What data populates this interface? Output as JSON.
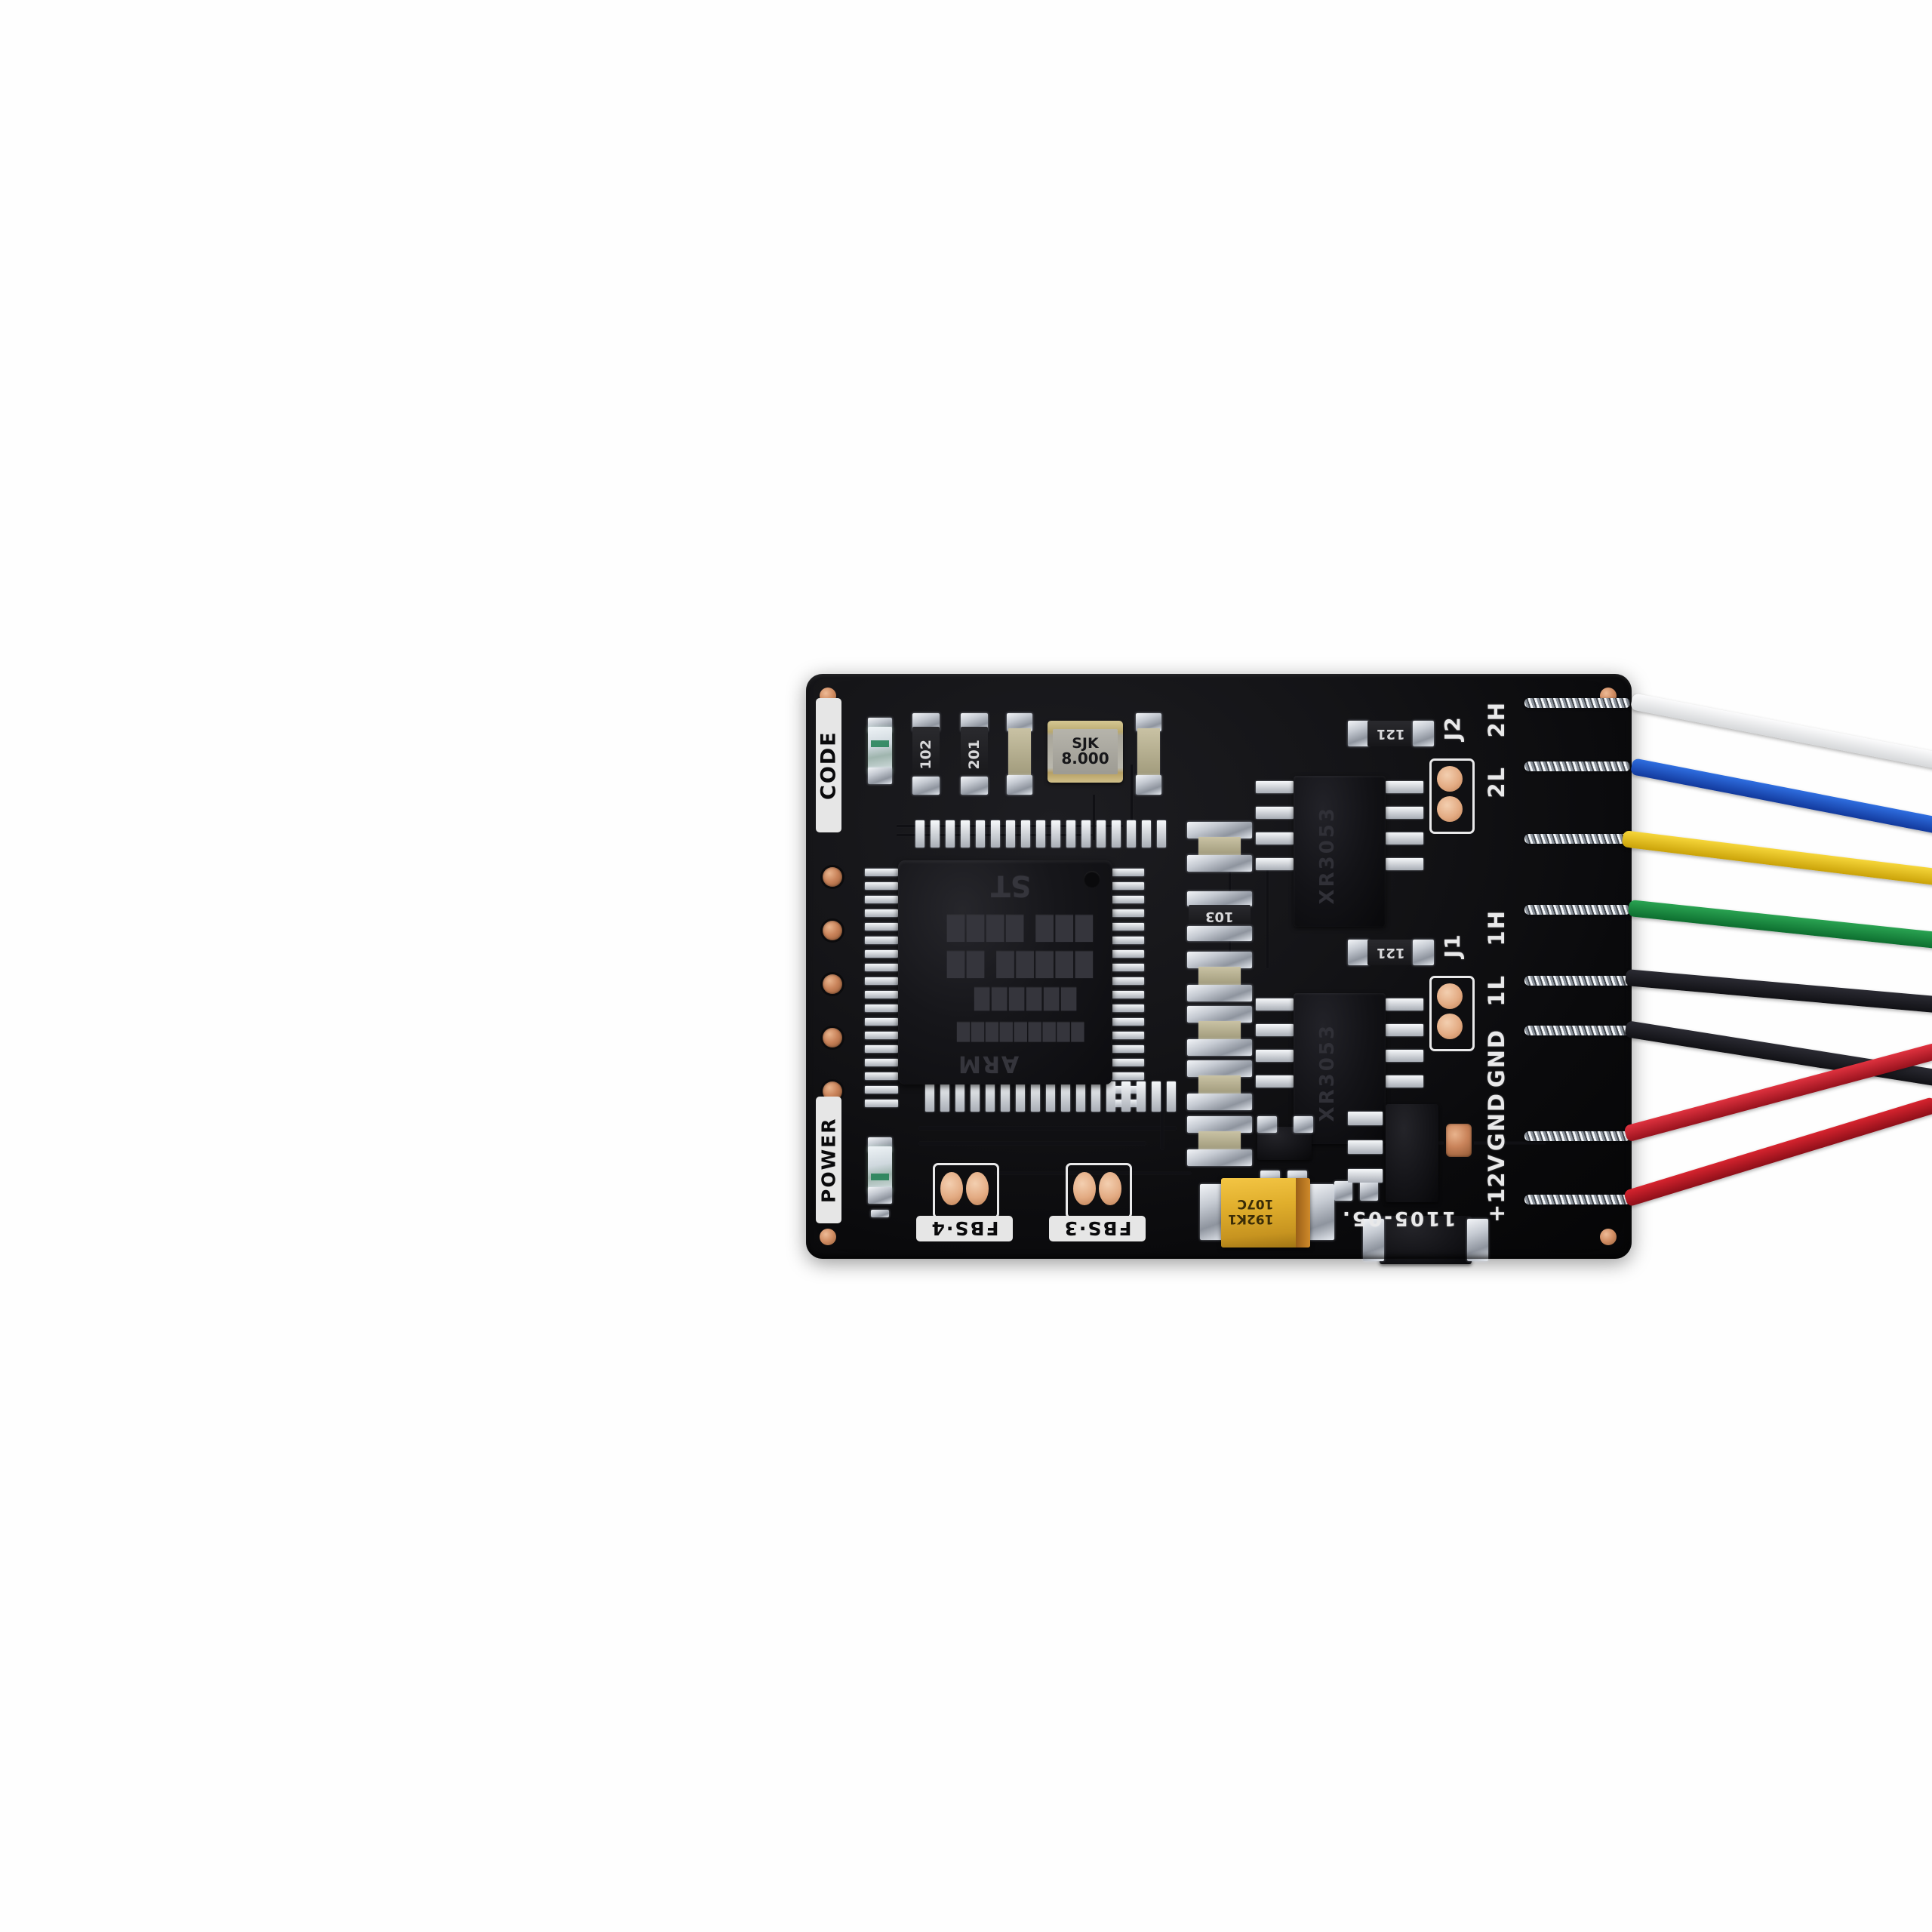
{
  "scene": {
    "subject": "pcb-control-module-with-wire-harness",
    "background_color": "#ffffff"
  },
  "board": {
    "color": "#111114",
    "marking": "1105-05.",
    "silkscreen": {
      "code_label": "CODE",
      "power_label": "POWER",
      "fuse_4_label": "FBS·4",
      "fuse_3_label": "FBS·3",
      "jumper_2_label": "J2",
      "jumper_1_label": "J1"
    },
    "connector_pins": [
      {
        "label": "2H",
        "wire_color_name": "white",
        "wire_color": "#e8e9ea"
      },
      {
        "label": "2L",
        "wire_color_name": "blue",
        "wire_color": "#1c52c8"
      },
      {
        "label": "1H",
        "wire_color_name": "yellow",
        "wire_color": "#e8c317"
      },
      {
        "label": "1L",
        "wire_color_name": "green",
        "wire_color": "#1a8a3c"
      },
      {
        "label": "GND",
        "wire_color_name": "black",
        "wire_color": "#18181c"
      },
      {
        "label": "GND",
        "wire_color_name": "black",
        "wire_color": "#18181c"
      },
      {
        "label": "+12V",
        "wire_color_name": "red",
        "wire_color": "#c0212c"
      },
      {
        "label": "+12V",
        "wire_color_name": "red",
        "wire_color": "#b81d28"
      }
    ],
    "components": {
      "crystal": {
        "brand": "SJK",
        "frequency": "8.000"
      },
      "mcu": {
        "vendor_mark": "ST",
        "core_mark": "ARM"
      },
      "tantalum_cap": {
        "line1": "107C",
        "line2": "192K1"
      },
      "resistors": [
        {
          "code": "102"
        },
        {
          "code": "201"
        },
        {
          "code": "103"
        },
        {
          "code": "121"
        },
        {
          "code": "121"
        }
      ]
    },
    "edge_holes_count": 5,
    "corner_pads_count": 4
  }
}
